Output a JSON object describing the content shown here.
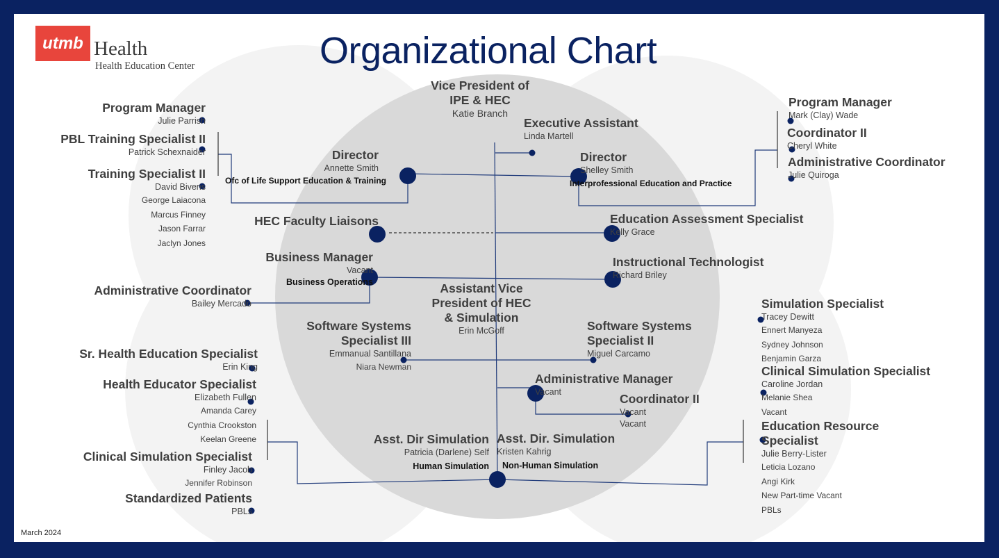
{
  "header": {
    "logo_mark": "utmb",
    "logo_word": "Health",
    "logo_sub": "Health Education Center",
    "title": "Organizational Chart",
    "date": "March 2024"
  },
  "colors": {
    "frame": "#0a2261",
    "line": "#1f3a7a",
    "dot": "#0a2261",
    "logo": "#e8453c",
    "center_circle": "#d9d9d9",
    "outer_circle": "#f3f3f3"
  },
  "center": {
    "vp": {
      "title_1": "Vice President of",
      "title_2": "IPE & HEC",
      "name": "Katie Branch"
    },
    "exec_assistant": {
      "title": "Executive Assistant",
      "name": "Linda Martell"
    },
    "director_left": {
      "title": "Director",
      "name": "Annette Smith",
      "unit": "Ofc of Life Support Education & Training"
    },
    "director_right": {
      "title": "Director",
      "name": "Shelley Smith",
      "unit": "Interprofessional Education and Practice"
    },
    "faculty_liaisons": {
      "title": "HEC Faculty Liaisons"
    },
    "edu_assessment": {
      "title": "Education Assessment Specialist",
      "name": "Kelly Grace"
    },
    "business_manager": {
      "title": "Business Manager",
      "name": "Vacant",
      "unit": "Business Operations"
    },
    "instr_tech": {
      "title": "Instructional Technologist",
      "name": "Richard Briley"
    },
    "avp": {
      "title_1": "Assistant Vice",
      "title_2": "President of HEC",
      "title_3": "& Simulation",
      "name": "Erin McGoff"
    },
    "sss3": {
      "title_1": "Software Systems",
      "title_2": "Specialist III",
      "names": [
        "Emmanual Santillana",
        "Niara Newman"
      ]
    },
    "sss2": {
      "title_1": "Software Systems",
      "title_2": "Specialist II",
      "name": "Miguel Carcamo"
    },
    "admin_manager": {
      "title": "Administrative Manager",
      "name": "Vacant"
    },
    "coordinator2": {
      "title": "Coordinator II",
      "names": [
        "Vacant",
        "Vacant"
      ]
    },
    "asst_dir_left": {
      "title": "Asst. Dir Simulation",
      "name": "Patricia (Darlene) Self",
      "unit": "Human Simulation"
    },
    "asst_dir_right": {
      "title": "Asst. Dir. Simulation",
      "name": "Kristen Kahrig",
      "unit": "Non-Human Simulation"
    }
  },
  "left_top": [
    {
      "title": "Program Manager",
      "names": [
        "Julie Parrish"
      ]
    },
    {
      "title": "PBL Training Specialist II",
      "names": [
        "Patrick Schexnaider"
      ]
    },
    {
      "title": "Training Specialist II",
      "names": [
        "David Bivens",
        "George Laiacona",
        "Marcus Finney",
        "Jason Farrar",
        "Jaclyn Jones"
      ]
    }
  ],
  "left_mid": {
    "title": "Administrative Coordinator",
    "names": [
      "Bailey Mercado"
    ]
  },
  "left_bottom": [
    {
      "title": "Sr. Health Education Specialist",
      "names": [
        "Erin King"
      ]
    },
    {
      "title": "Health Educator Specialist",
      "names": [
        "Elizabeth Fullen",
        "Amanda Carey",
        "Cynthia Crookston",
        "Keelan Greene"
      ]
    },
    {
      "title": "Clinical Simulation Specialist",
      "names": [
        "Finley Jacob",
        "Jennifer Robinson"
      ]
    },
    {
      "title": "Standardized Patients",
      "names": [
        "PBLs"
      ]
    }
  ],
  "right_top": [
    {
      "title": "Program Manager",
      "names": [
        "Mark (Clay) Wade"
      ]
    },
    {
      "title": "Coordinator II",
      "names": [
        "Cheryl White"
      ]
    },
    {
      "title": "Administrative Coordinator",
      "names": [
        "Julie Quiroga"
      ]
    }
  ],
  "right_bottom": [
    {
      "title": "Simulation Specialist",
      "names": [
        "Tracey Dewitt",
        "Ennert Manyeza",
        "Sydney Johnson",
        "Benjamin Garza"
      ]
    },
    {
      "title": "Clinical Simulation Specialist",
      "names": [
        "Caroline Jordan",
        "Melanie Shea",
        "Vacant"
      ]
    },
    {
      "title_1": "Education Resource",
      "title_2": "Specialist",
      "names": [
        "Julie Berry-Lister",
        "Leticia Lozano",
        "Angi Kirk",
        "New Part-time Vacant",
        "PBLs"
      ]
    }
  ]
}
